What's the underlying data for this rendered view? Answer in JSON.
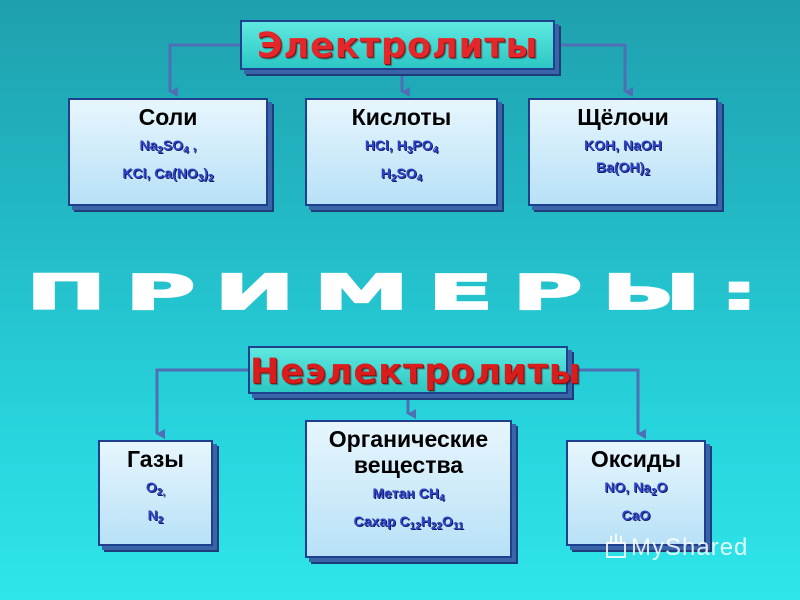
{
  "electrolytes": {
    "title": "Электролиты",
    "categories": [
      {
        "name": "Соли",
        "lines": [
          [
            {
              "t": "Na"
            },
            {
              "s": "2"
            },
            {
              "t": "SO"
            },
            {
              "s": "4"
            },
            {
              "t": " ,"
            }
          ],
          [
            {
              "t": "KCl,   Ca(NO"
            },
            {
              "s": "3"
            },
            {
              "t": ")"
            },
            {
              "s": "2"
            }
          ]
        ]
      },
      {
        "name": "Кислоты",
        "lines": [
          [
            {
              "t": "HCl,  H"
            },
            {
              "s": "3"
            },
            {
              "t": "PO"
            },
            {
              "s": "4"
            }
          ],
          [
            {
              "t": "H"
            },
            {
              "s": "2"
            },
            {
              "t": "SO"
            },
            {
              "s": "4"
            }
          ]
        ]
      },
      {
        "name": "Щёлочи",
        "lines": [
          [
            {
              "t": "KOH,  NaOH"
            }
          ],
          [
            {
              "t": "Ba(OH)"
            },
            {
              "s": "2"
            }
          ]
        ]
      }
    ]
  },
  "examples_label": "ПРИМЕРЫ:",
  "non_electrolytes": {
    "title": "Неэлектролиты",
    "categories": [
      {
        "name": "Газы",
        "lines": [
          [
            {
              "t": "O"
            },
            {
              "s": "2,"
            }
          ],
          [
            {
              "t": "N"
            },
            {
              "s": "2"
            }
          ]
        ]
      },
      {
        "name": "Органические вещества",
        "lines": [
          [
            {
              "t": "Метан    CH"
            },
            {
              "s": "4"
            }
          ],
          [
            {
              "t": "Сахар  C"
            },
            {
              "s": "12"
            },
            {
              "t": "H"
            },
            {
              "s": "22"
            },
            {
              "t": "O"
            },
            {
              "s": "11"
            }
          ]
        ]
      },
      {
        "name": "Оксиды",
        "lines": [
          [
            {
              "t": "NO,  Na"
            },
            {
              "s": "2"
            },
            {
              "t": "O"
            }
          ],
          [
            {
              "t": "CaO"
            }
          ]
        ]
      }
    ]
  },
  "watermark": "MyShared",
  "colors": {
    "title_red": "#e4272a",
    "formula_blue": "#2e44c8",
    "connector": "#4f6fb5",
    "box_border": "#1f3f8f"
  }
}
